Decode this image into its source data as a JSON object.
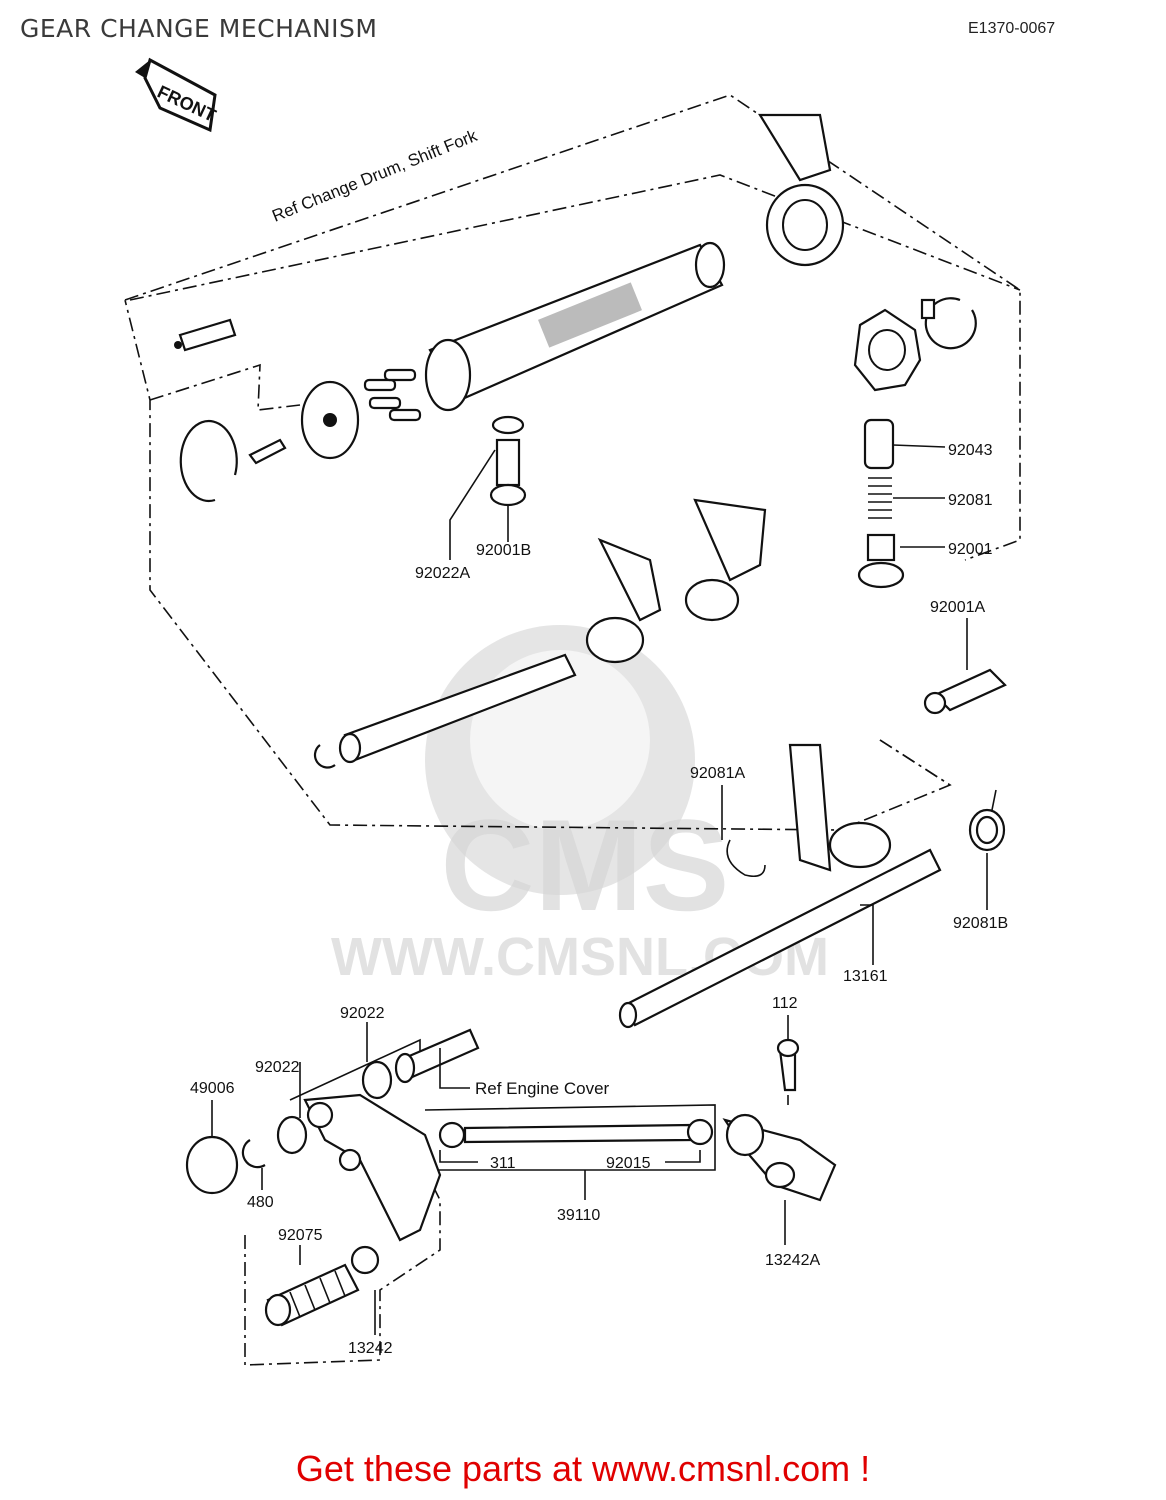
{
  "header": {
    "title": "GEAR CHANGE MECHANISM",
    "code": "E1370-0067"
  },
  "front_badge": "FRONT",
  "watermark": {
    "brand": "CMS",
    "url": "WWW.CMSNL.COM"
  },
  "refs": {
    "drum": "Ref  Change Drum, Shift Fork",
    "engine_cover": "Ref   Engine Cover"
  },
  "part_labels": {
    "p92043": "92043",
    "p92081": "92081",
    "p92001": "92001",
    "p92001A": "92001A",
    "p92001B": "92001B",
    "p92022A": "92022A",
    "p92081A": "92081A",
    "p92081B": "92081B",
    "p13161": "13161",
    "p112": "112",
    "p92022_a": "92022",
    "p92022_b": "92022",
    "p49006": "49006",
    "p480": "480",
    "p311": "311",
    "p92015": "92015",
    "p39110": "39110",
    "p13242A": "13242A",
    "p92075": "92075",
    "p13242": "13242"
  },
  "cta": "Get these parts at www.cmsnl.com !",
  "colors": {
    "cta": "#e00000",
    "ink": "#111111",
    "watermark": "#cfcfcf"
  }
}
